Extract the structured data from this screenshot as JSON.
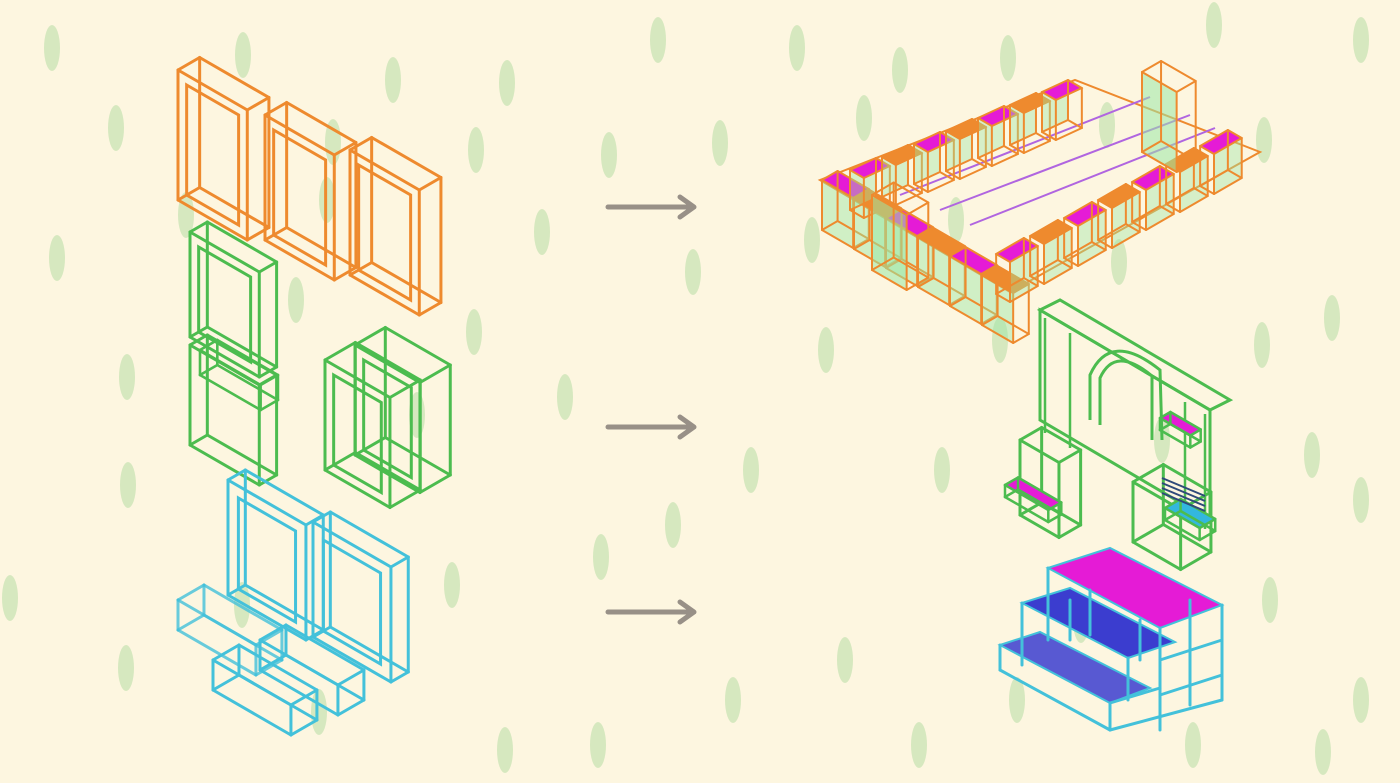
{
  "palette": {
    "background": "#fdf6e0",
    "dash": "#cfe5b8",
    "orange": "#ee8a2e",
    "green": "#4cbc4f",
    "cyan": "#43c1da",
    "magenta": "#e51bd6",
    "arrow": "#989087",
    "blue_fill": "#3b3dcf",
    "green_fill": "#9ae7a5"
  },
  "rows": [
    {
      "module_color": "orange",
      "result": "courtyard-pavilion"
    },
    {
      "module_color": "green",
      "result": "arch-gateway"
    },
    {
      "module_color": "cyan",
      "result": "stepped-bleachers"
    }
  ]
}
